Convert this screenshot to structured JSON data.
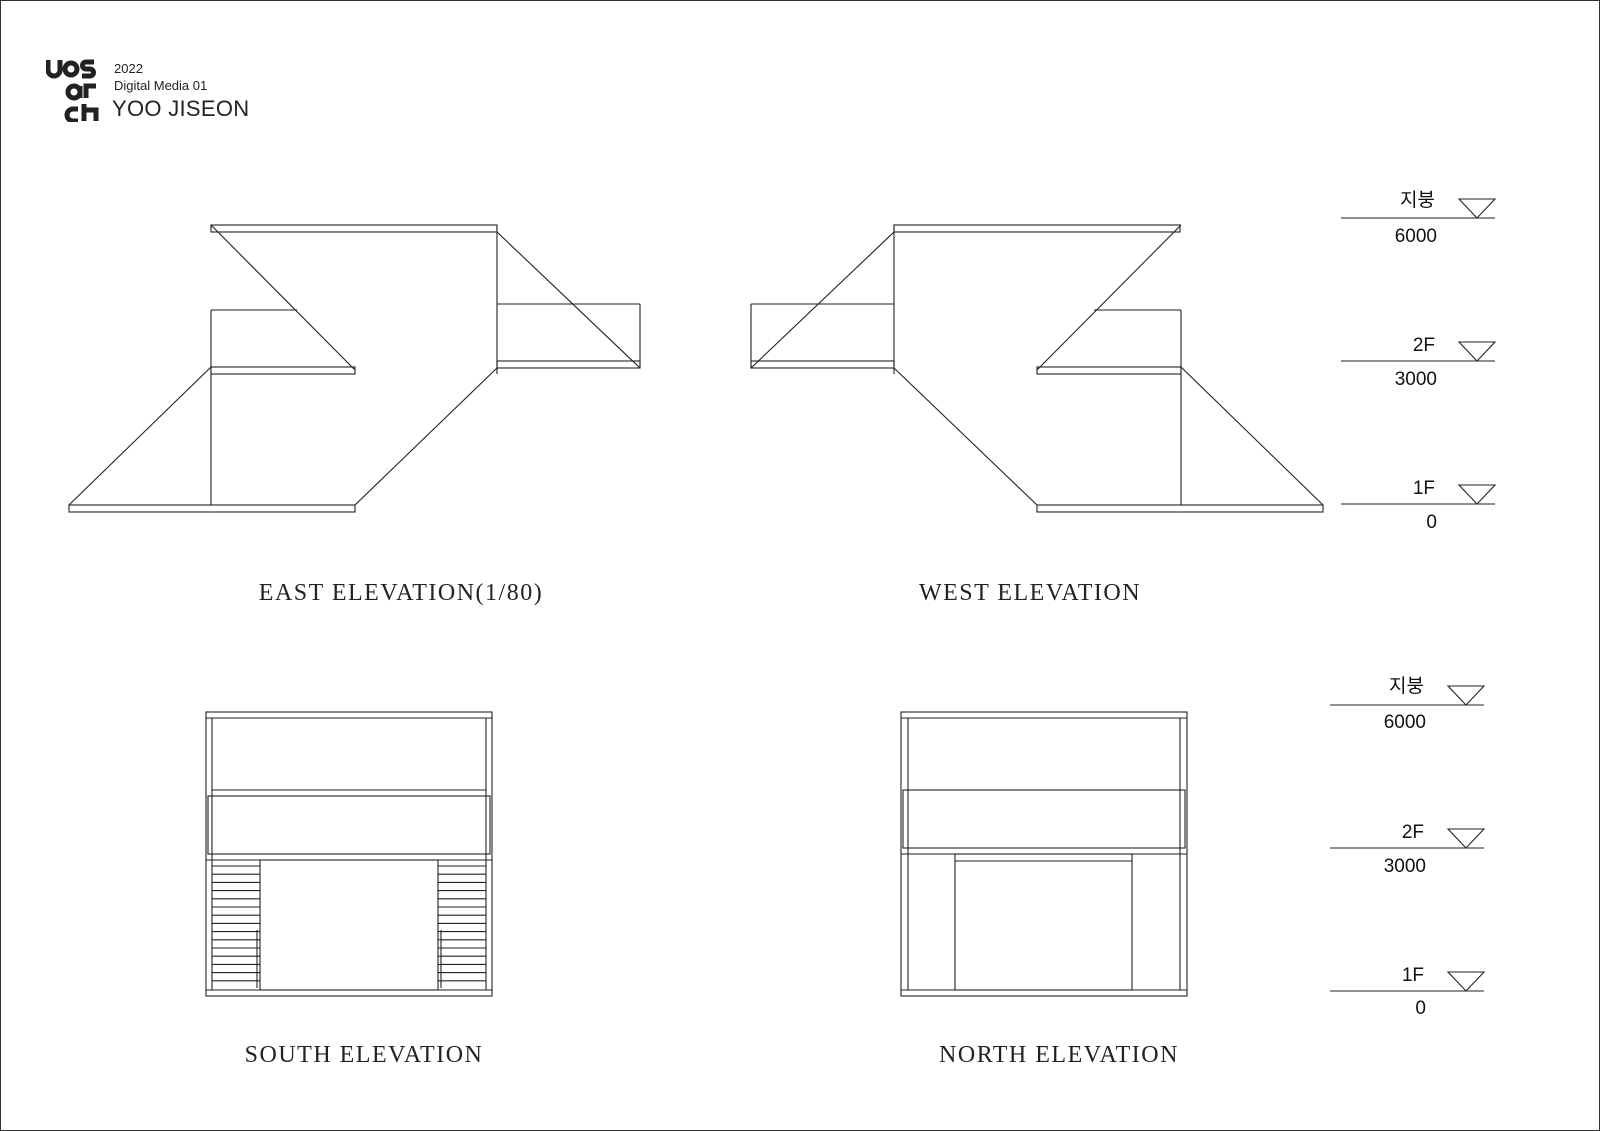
{
  "header": {
    "logo_text": "uos arch",
    "year": "2022",
    "course": "Digital Media 01",
    "name": "YOO JISEON"
  },
  "captions": {
    "east": "EAST ELEVATION(1/80)",
    "west": "WEST ELEVATION",
    "south": "SOUTH ELEVATION",
    "north": "NORTH ELEVATION"
  },
  "levels_top": [
    {
      "name": "지붕",
      "value": "6000"
    },
    {
      "name": "2F",
      "value": "3000"
    },
    {
      "name": "1F",
      "value": "0"
    }
  ],
  "levels_bottom": [
    {
      "name": "지붕",
      "value": "6000"
    },
    {
      "name": "2F",
      "value": "3000"
    },
    {
      "name": "1F",
      "value": "0"
    }
  ],
  "colors": {
    "line": "#222222",
    "border": "#333333"
  }
}
